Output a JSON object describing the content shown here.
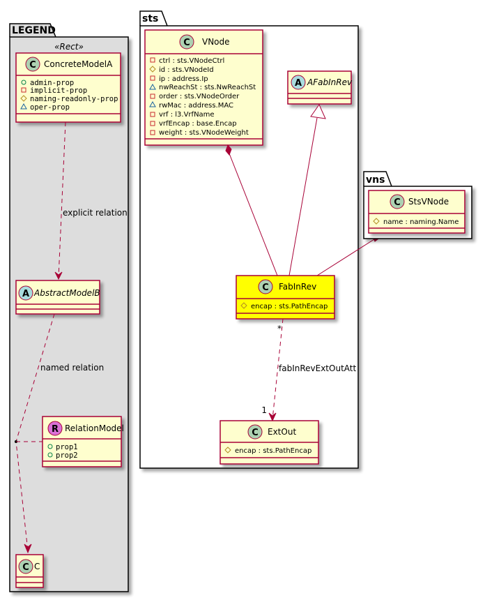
{
  "colors": {
    "class_fill": "#FEFECE",
    "class_border": "#A80036",
    "highlight_fill": "#FFFF00",
    "legend_bg": "#DDDDDD",
    "package_bg": "#FFFFFF",
    "edge": "#A80036",
    "circle_C": "#ADD1B2",
    "circle_A": "#A9DCDF",
    "circle_R": "#DA70D6",
    "vis_public": "#038048",
    "vis_private": "#C82930",
    "vis_protected": "#B38D22",
    "vis_package": "#1963A0"
  },
  "packages": {
    "legend": {
      "name": "LEGEND",
      "stereotype": "«Rect»"
    },
    "sts": {
      "name": "sts"
    },
    "vns": {
      "name": "vns"
    }
  },
  "legend": {
    "concrete": {
      "letter": "C",
      "name": "ConcreteModelA",
      "attrs": [
        {
          "vis": "public",
          "text": "admin-prop"
        },
        {
          "vis": "private",
          "text": "implicit-prop"
        },
        {
          "vis": "protected",
          "text": "naming-readonly-prop"
        },
        {
          "vis": "package",
          "text": "oper-prop"
        }
      ]
    },
    "abstract": {
      "letter": "A",
      "name": "AbstractModelB"
    },
    "relation": {
      "letter": "R",
      "name": "RelationModel",
      "attrs": [
        {
          "vis": "public",
          "text": "prop1"
        },
        {
          "vis": "public",
          "text": "prop2"
        }
      ]
    },
    "c": {
      "letter": "C",
      "name": "C"
    },
    "explicit_label": "explicit relation",
    "named_label": "named relation"
  },
  "classes": {
    "vnode": {
      "letter": "C",
      "name": "VNode",
      "attrs": [
        {
          "vis": "private",
          "text": "ctrl : sts.VNodeCtrl"
        },
        {
          "vis": "protected",
          "text": "id : sts.VNodeId"
        },
        {
          "vis": "private",
          "text": "ip : address.Ip"
        },
        {
          "vis": "package",
          "text": "nwReachSt : sts.NwReachSt"
        },
        {
          "vis": "private",
          "text": "order : sts.VNodeOrder"
        },
        {
          "vis": "package",
          "text": "rwMac : address.MAC"
        },
        {
          "vis": "private",
          "text": "vrf : l3.VrfName"
        },
        {
          "vis": "private",
          "text": "vrfEncap : base.Encap"
        },
        {
          "vis": "private",
          "text": "weight : sts.VNodeWeight"
        }
      ]
    },
    "afabinrev": {
      "letter": "A",
      "name": "AFabInRev"
    },
    "fabinrev": {
      "letter": "C",
      "name": "FabInRev",
      "attrs": [
        {
          "vis": "protected",
          "text": "encap : sts.PathEncap"
        }
      ]
    },
    "extout": {
      "letter": "C",
      "name": "ExtOut",
      "attrs": [
        {
          "vis": "protected",
          "text": "encap : sts.PathEncap"
        }
      ]
    },
    "stsvnode": {
      "letter": "C",
      "name": "StsVNode",
      "attrs": [
        {
          "vis": "protected",
          "text": "name : naming.Name"
        }
      ]
    }
  },
  "relations": {
    "fabinrev_extout": {
      "label": "fabInRevExtOutAtt",
      "source_mult": "*",
      "target_mult": "1"
    }
  }
}
